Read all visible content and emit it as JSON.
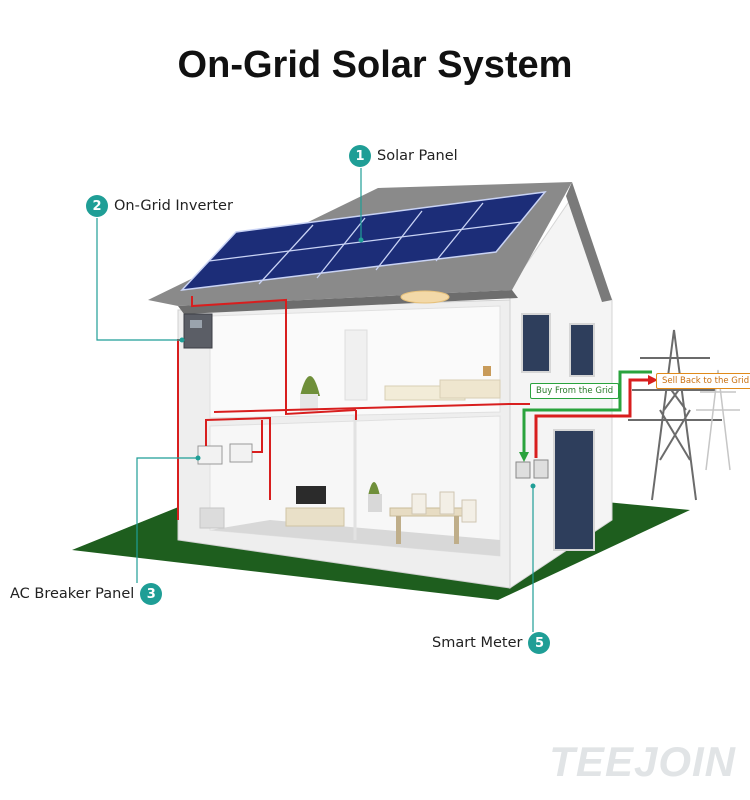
{
  "title": "On-Grid Solar System",
  "callouts": [
    {
      "number": "1",
      "label": "Solar Panel"
    },
    {
      "number": "2",
      "label": "On-Grid Inverter"
    },
    {
      "number": "3",
      "label": "AC Breaker Panel"
    },
    {
      "number": "5",
      "label": "Smart Meter"
    }
  ],
  "flow_labels": {
    "buy": "Buy From the Grid",
    "sell": "Sell Back to the Grid"
  },
  "brand": "TEEJOIN",
  "colors": {
    "accent": "#1f9e96",
    "wiring": "#d81e1e",
    "buy_arrow": "#2aa33d",
    "sell_label": "#e08a1a",
    "lawn": "#1e5e1e"
  }
}
